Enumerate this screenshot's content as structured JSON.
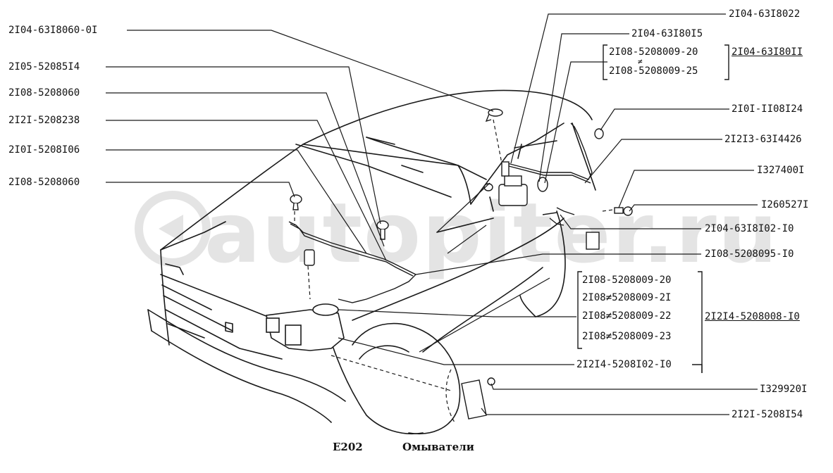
{
  "watermark": {
    "text": "autopiter.ru"
  },
  "labels": {
    "l_2104_6318060_01": "2I04-63I8060-0I",
    "l_2105_5208514": "2I05-52085I4",
    "l_2108_5208060_a": "2I08-5208060",
    "l_2121_5208238": "2I2I-5208238",
    "l_2101_5208106": "2I0I-5208I06",
    "l_2108_5208060_b": "2I08-5208060",
    "r_2104_6318022": "2I04-63I8022",
    "r_2104_6318015": "2I04-63I80I5",
    "r_2108_5208009_20a": "2I08-5208009-20",
    "r_2108_5208009_25": "2I08-5208009-25",
    "r_2104_6318011": "2I04-63I80II",
    "r_2101_1108124": "2I0I-II08I24",
    "r_2123_6314426": "2I2I3-63I4426",
    "r_1327400": "I327400I",
    "r_1260527": "I260527I",
    "r_2104_6318102_10": "2I04-63I8I02-I0",
    "r_2108_5208095_10": "2I08-5208095-I0",
    "r_2108_5208009_20b": "2I08-5208009-20",
    "r_2108_5208009_21": "2I08≠5208009-2I",
    "r_2108_5208009_22": "2I08≠5208009-22",
    "r_2108_5208009_23": "2I08≠5208009-23",
    "r_2124_5208008_10": "2I2I4-5208008-I0",
    "r_2124_5208102_10": "2I2I4-5208I02-I0",
    "r_1329920": "I329920I",
    "r_2121_5208154": "2I2I-5208I54",
    "r_2108_5208009_25_neq": "≠"
  },
  "caption": {
    "code": "E202",
    "title": "Омыватели"
  }
}
